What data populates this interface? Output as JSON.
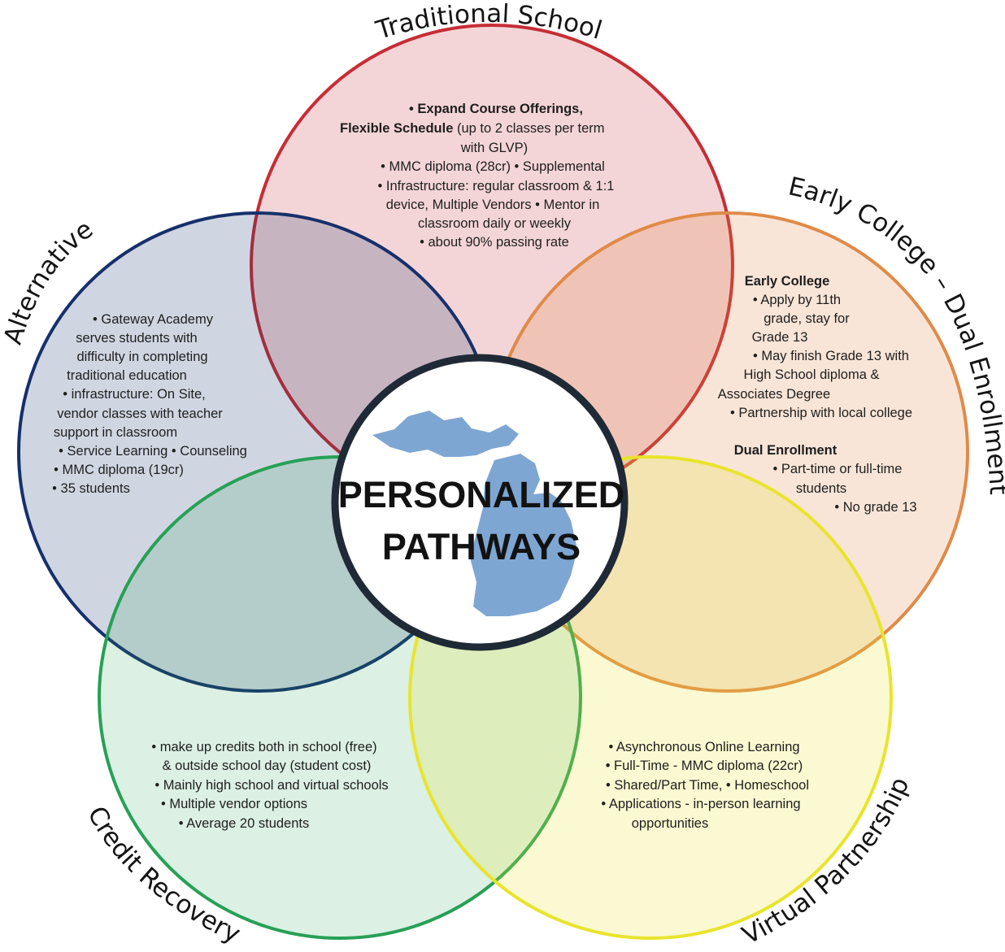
{
  "center": {
    "title_line1": "PERSONALIZED",
    "title_line2": "PATHWAYS",
    "map_icon": "michigan-map-icon"
  },
  "colors": {
    "traditional": "#c62d35",
    "alternative": "#16306b",
    "early_college": "#e08a48",
    "credit_recovery": "#27a056",
    "virtual": "#e8e42c",
    "center_ring": "#1f2a36",
    "map": "#7ea6d2"
  },
  "traditional_school": {
    "title": "Traditional School",
    "lines": [
      "• Expand Course Offerings,",
      "Flexible Schedule",
      " (up to 2 classes per term",
      "with GLVP)",
      "• MMC diploma (28cr) • Supplemental",
      "• Infrastructure: regular classroom & 1:1",
      "device, Multiple Vendors •  Mentor in",
      "classroom daily or weekly",
      "• about 90% passing rate"
    ]
  },
  "alternative": {
    "title": "Alternative",
    "lines": [
      "• Gateway Academy",
      "serves students with",
      "difficulty in completing",
      "traditional education",
      "• infrastructure: On Site,",
      "vendor classes with teacher",
      "support in classroom",
      "• Service Learning • Counseling",
      "• MMC diploma (19cr)",
      "• 35 students"
    ]
  },
  "early_college": {
    "title": "Early College – Dual Enrollment",
    "ec_heading": "Early College",
    "ec_lines": [
      "• Apply by 11th",
      "grade, stay for",
      "Grade 13",
      "• May finish Grade 13 with",
      "High School diploma &",
      "Associates Degree",
      "• Partnership with local college"
    ],
    "de_heading": "Dual Enrollment",
    "de_lines": [
      "• Part-time or full-time",
      "students",
      "• No grade 13"
    ]
  },
  "credit_recovery": {
    "title": "Credit Recovery",
    "lines": [
      "• make up credits both in school (free)",
      "& outside school day (student cost)",
      "• Mainly high school and virtual schools",
      "• Multiple vendor options",
      "• Average 20 students"
    ]
  },
  "virtual_partnership": {
    "title": "Virtual Partnership",
    "lines": [
      "• Asynchronous Online Learning",
      "• Full-Time - MMC diploma (22cr)",
      "• Shared/Part Time, • Homeschool",
      "• Applications - in-person learning",
      "opportunities"
    ]
  }
}
